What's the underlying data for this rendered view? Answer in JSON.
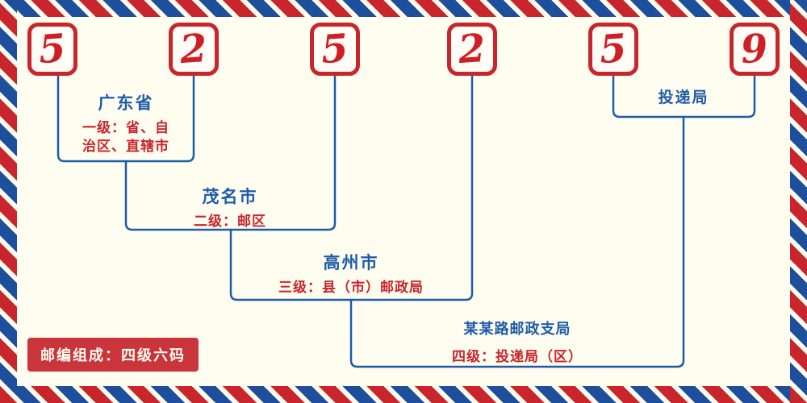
{
  "postal_code": {
    "digits": [
      "5",
      "2",
      "5",
      "2",
      "5",
      "9"
    ]
  },
  "levels": [
    {
      "name": "广东省",
      "desc_lines": [
        "一级：省、自",
        "治区、直辖市"
      ]
    },
    {
      "name": "茂名市",
      "desc": "二级：邮区"
    },
    {
      "name": "高州市",
      "desc": "三级：县（市）邮政局"
    },
    {
      "name": "某某路邮政支局",
      "desc": "四级：投递局（区）"
    }
  ],
  "delivery_label": "投递局",
  "badge_text": "邮编组成：四级六码",
  "colors": {
    "red": "#c9252c",
    "blue": "#1d5ca8",
    "background": "#fffdf0"
  }
}
